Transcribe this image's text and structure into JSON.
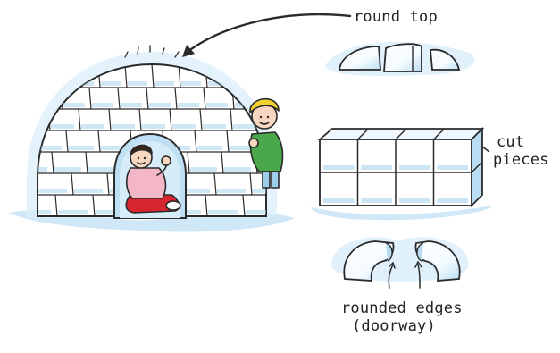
{
  "labels": {
    "round_top": "round top",
    "cut_pieces_line1": "cut",
    "cut_pieces_line2": "pieces",
    "rounded_edges_line1": "rounded edges",
    "rounded_edges_line2": "(doorway)"
  },
  "colors": {
    "ice_white": "#ffffff",
    "ice_shadow": "#a9d4ee",
    "snow_blue": "#cfe7f6",
    "outline": "#2a2a2a",
    "child_shirt_pink": "#f4b7c8",
    "child_pants_red": "#d8262f",
    "child_green_jacket": "#4aa84a",
    "child_yellow_hair": "#f2d230"
  },
  "icons": [
    "curved-arrow-icon",
    "small-arrow-icon"
  ]
}
